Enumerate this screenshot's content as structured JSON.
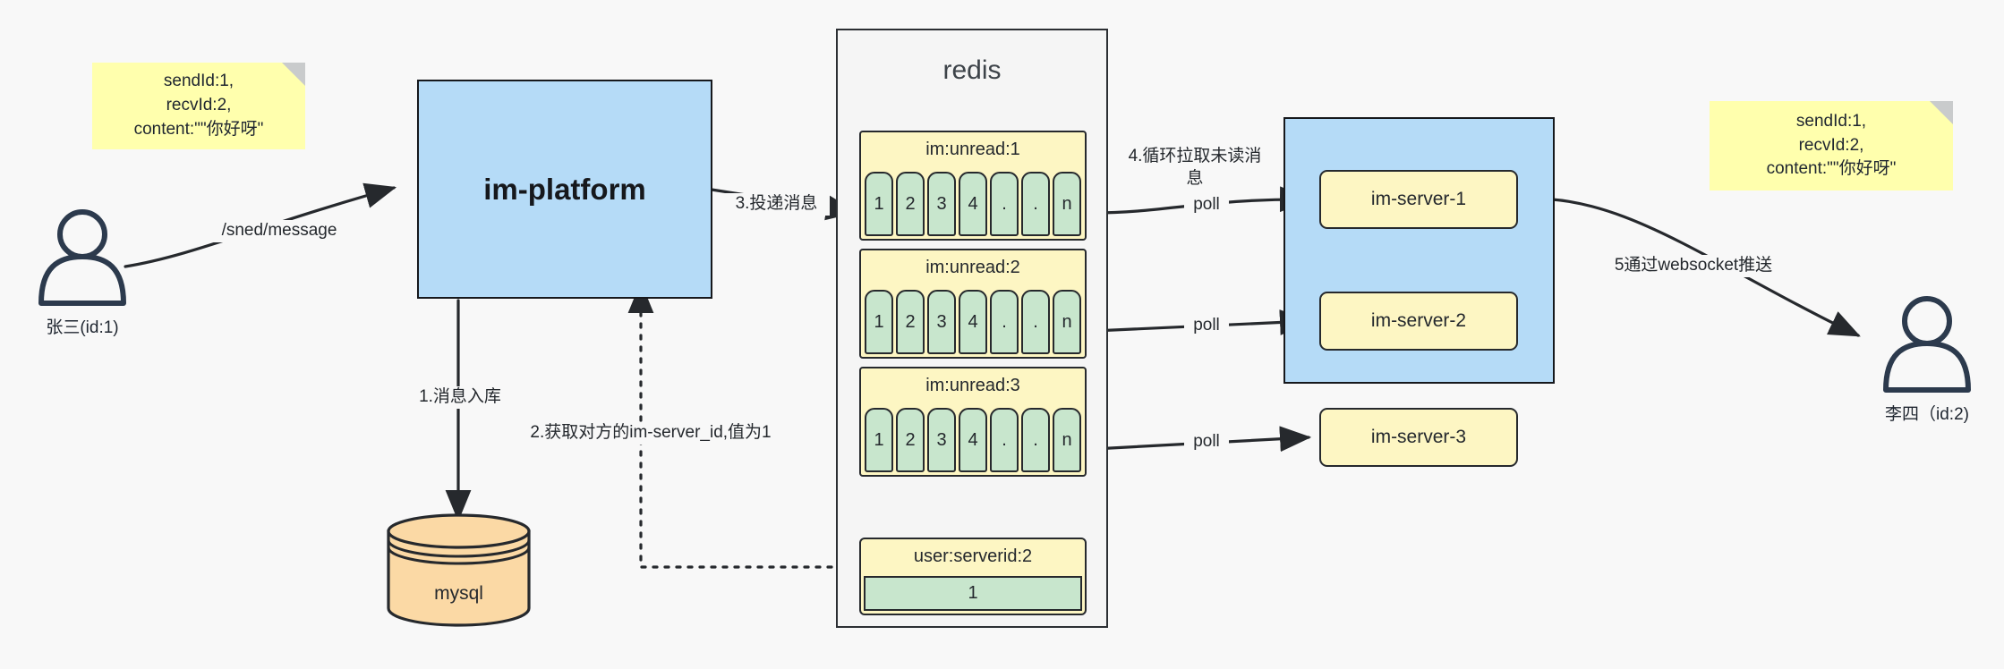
{
  "diagram": {
    "title": "IM message delivery architecture",
    "colors": {
      "background": "#f8f8f8",
      "note": "#ffffad",
      "note_fold": "#c9cbcc",
      "blue": "#b5dbf7",
      "panel": "#f5f5f5",
      "yellow": "#fdf6c3",
      "green": "#c8e6cd",
      "orange": "#fbd9a5",
      "stroke": "#26292d",
      "actor": "#2c3a4d"
    }
  },
  "notes": {
    "left": "sendId:1,\nrecvId:2,\ncontent:\"\"你好呀\"",
    "right": "sendId:1,\nrecvId:2,\ncontent:\"\"你好呀\""
  },
  "actors": {
    "sender": "张三(id:1)",
    "receiver": "李四（id:2)"
  },
  "services": {
    "platform": "im-platform",
    "mysql": "mysql",
    "redis": "redis",
    "servers": [
      "im-server-1",
      "im-server-2",
      "im-server-3"
    ]
  },
  "redis_keys": [
    {
      "key": "im:unread:1",
      "cells": [
        "1",
        "2",
        "3",
        "4",
        ".",
        ".",
        "n"
      ]
    },
    {
      "key": "im:unread:2",
      "cells": [
        "1",
        "2",
        "3",
        "4",
        ".",
        ".",
        "n"
      ]
    },
    {
      "key": "im:unread:3",
      "cells": [
        "1",
        "2",
        "3",
        "4",
        ".",
        ".",
        "n"
      ]
    }
  ],
  "redis_value": {
    "key": "user:serverid:2",
    "value": "1"
  },
  "edges": {
    "send_message": "/sned/message",
    "step1": "1.消息入库",
    "step2": "2.获取对方的im-server_id,值为1",
    "step3": "3.投递消息",
    "step4": "4.循环拉取未读消\n息",
    "poll1": "poll",
    "poll2": "poll",
    "poll3": "poll",
    "step5": "5通过websocket推送"
  }
}
